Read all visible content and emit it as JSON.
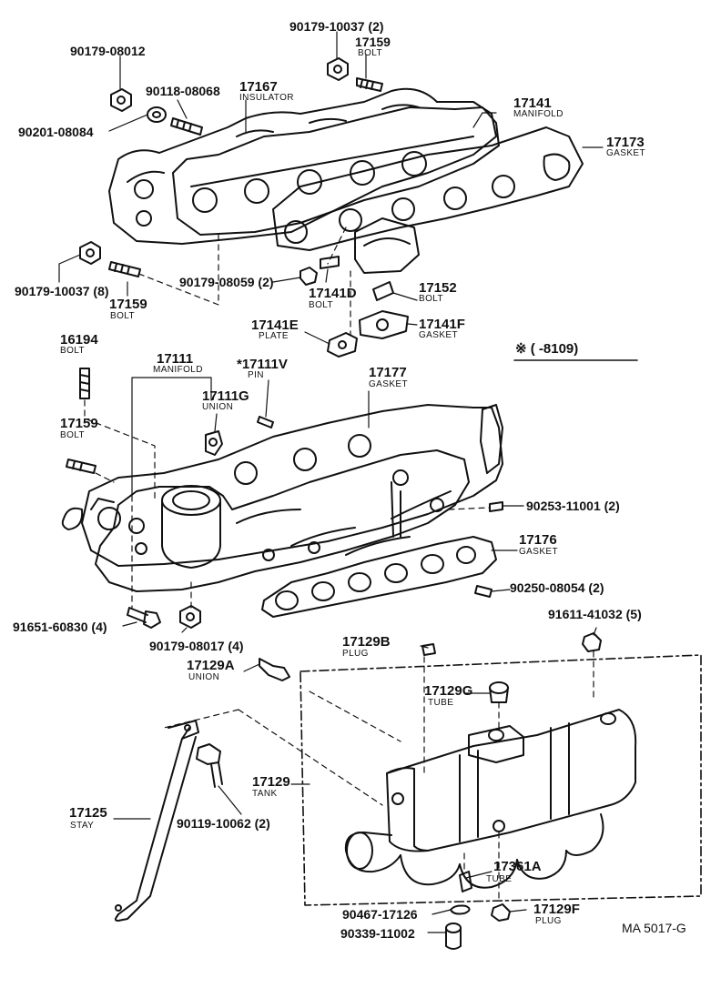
{
  "labels": {
    "p90179_10037_2": "90179-10037 (2)",
    "p17159_top": "17159",
    "bolt_top": "BOLT",
    "p90179_08012": "90179-08012",
    "p90118_08068": "90118-08068",
    "p17167": "17167",
    "insulator": "INSULATOR",
    "p17141": "17141",
    "manifold_top": "MANIFOLD",
    "p90201_08084": "90201-08084",
    "p17173": "17173",
    "gasket_17173": "GASKET",
    "p90179_10037_8": "90179-10037 (8)",
    "p17159_mid": "17159",
    "bolt_mid": "BOLT",
    "p90179_08059": "90179-08059 (2)",
    "p17141D": "17141D",
    "bolt_17141D": "BOLT",
    "p17152": "17152",
    "bolt_17152": "BOLT",
    "p17141E": "17141E",
    "plate": "PLATE",
    "p17141F": "17141F",
    "gasket_17141F": "GASKET",
    "note_range": "※ (        -8109)",
    "p16194": "16194",
    "bolt_16194": "BOLT",
    "p17111": "17111",
    "manifold_17111": "MANIFOLD",
    "p17111V": "*17111V",
    "pin": "PIN",
    "p17177": "17177",
    "gasket_17177": "GASKET",
    "p17111G": "17111G",
    "union_17111G": "UNION",
    "p17159_low": "17159",
    "bolt_low": "BOLT",
    "p90253_11001": "90253-11001 (2)",
    "p17176": "17176",
    "gasket_17176": "GASKET",
    "p90250_08054": "90250-08054 (2)",
    "p91651_60830": "91651-60830 (4)",
    "p90179_08017": "90179-08017 (4)",
    "p91611_41032": "91611-41032 (5)",
    "p17129B": "17129B",
    "plug_17129B": "PLUG",
    "p17129A": "17129A",
    "union_17129A": "UNION",
    "p17129G": "17129G",
    "tube_17129G": "TUBE",
    "p17129": "17129",
    "tank": "TANK",
    "p17125": "17125",
    "stay": "STAY",
    "p90119_10062": "90119-10062 (2)",
    "p17361A": "17361A",
    "tube_17361A": "TUBE",
    "p90467_17126": "90467-17126",
    "p17129F": "17129F",
    "plug_17129F": "PLUG",
    "p90339_11002": "90339-11002",
    "ref_code": "MA 5017-G"
  }
}
